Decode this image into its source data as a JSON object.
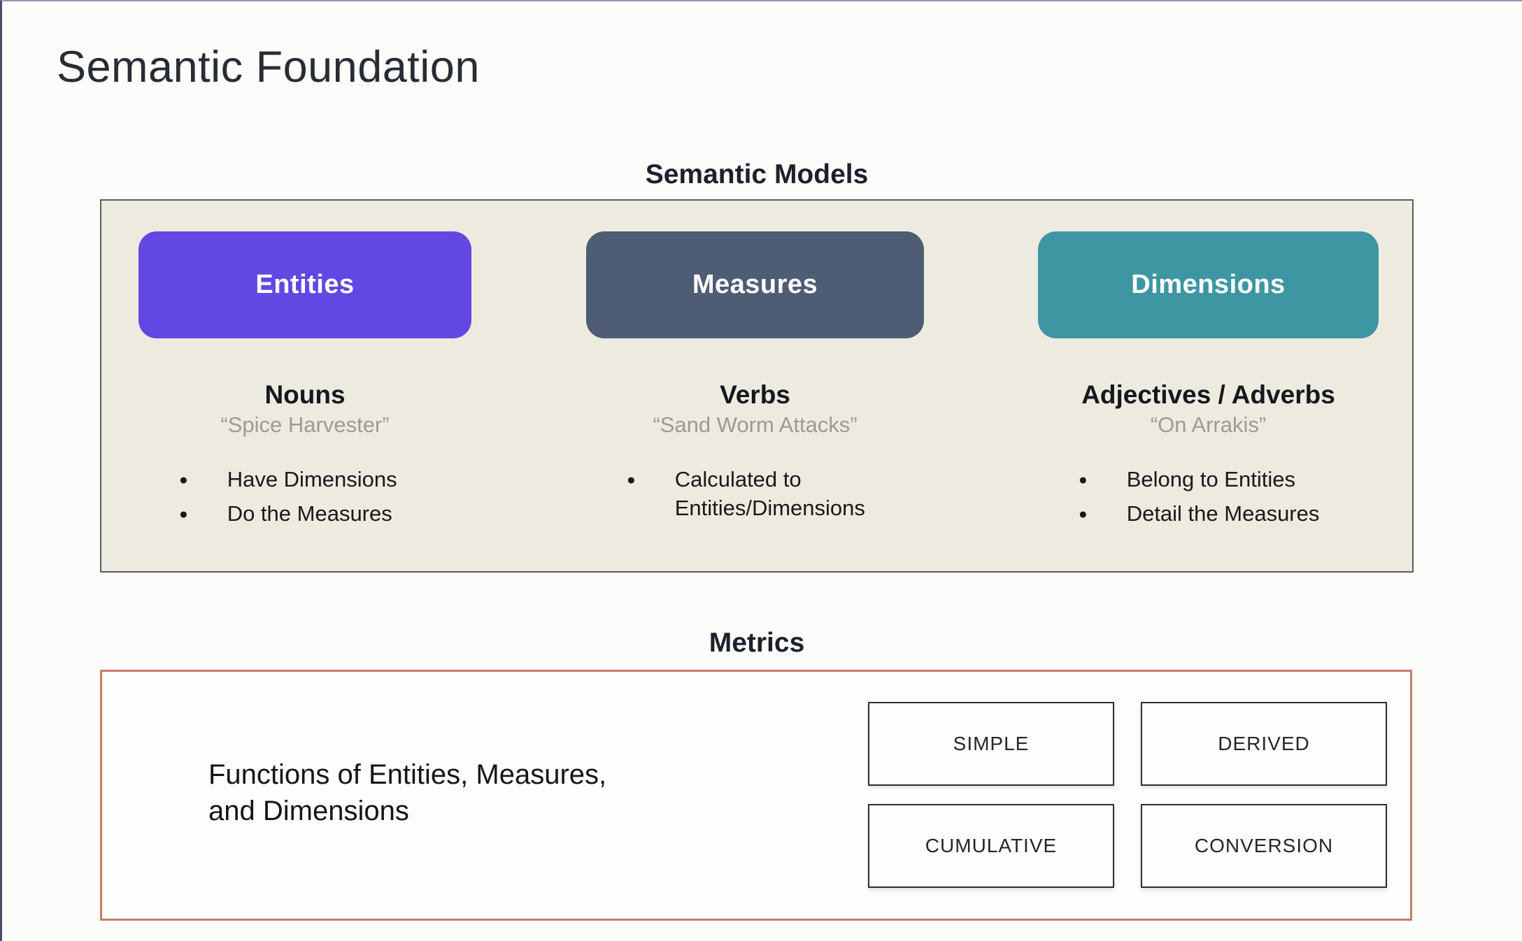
{
  "title": "Semantic Foundation",
  "semantic_models": {
    "heading": "Semantic Models",
    "panel_bg": "#edeadf",
    "columns": [
      {
        "name": "Entities",
        "color": "#6347e3",
        "part_of_speech": "Nouns",
        "example": "“Spice Harvester”",
        "bullets": [
          "Have Dimensions",
          "Do the Measures"
        ]
      },
      {
        "name": "Measures",
        "color": "#4e5d74",
        "part_of_speech": "Verbs",
        "example": "“Sand Worm Attacks”",
        "bullets": [
          "Calculated to Entities/Dimensions"
        ]
      },
      {
        "name": "Dimensions",
        "color": "#3e96a3",
        "part_of_speech": "Adjectives / Adverbs",
        "example": "“On Arrakis”",
        "bullets": [
          "Belong to Entities",
          "Detail the Measures"
        ]
      }
    ]
  },
  "metrics": {
    "heading": "Metrics",
    "description": "Functions of Entities, Measures,\nand Dimensions",
    "border_color": "#c97c63",
    "types": [
      "SIMPLE",
      "DERIVED",
      "CUMULATIVE",
      "CONVERSION"
    ]
  }
}
